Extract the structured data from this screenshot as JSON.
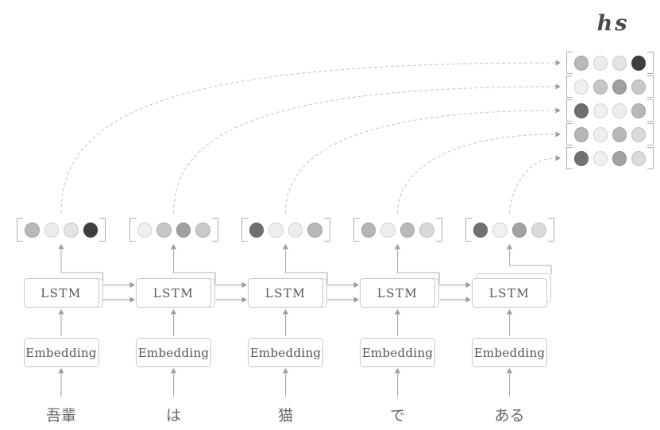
{
  "diagram": {
    "hs_label": "hs",
    "lstm_label": "LSTM",
    "embedding_label": "Embedding",
    "tokens": [
      "吾輩",
      "は",
      "猫",
      "で",
      "ある"
    ],
    "hidden_vectors": [
      [
        "#b8b8b8",
        "#ececec",
        "#e3e3e3",
        "#3e3e3e"
      ],
      [
        "#efefef",
        "#c6c6c6",
        "#a0a0a0",
        "#c9c9c9"
      ],
      [
        "#6e6e6e",
        "#efefef",
        "#ededed",
        "#b8b8b8"
      ],
      [
        "#b5b5b5",
        "#eeeeee",
        "#b8b8b8",
        "#d9d9d9"
      ],
      [
        "#717171",
        "#f0f0f0",
        "#a2a2a2",
        "#dbdbdb"
      ]
    ],
    "hs_rows": [
      [
        "#b8b8b8",
        "#ececec",
        "#e3e3e3",
        "#3e3e3e"
      ],
      [
        "#efefef",
        "#c6c6c6",
        "#a0a0a0",
        "#c9c9c9"
      ],
      [
        "#6e6e6e",
        "#efefef",
        "#ededed",
        "#b8b8b8"
      ],
      [
        "#b5b5b5",
        "#eeeeee",
        "#b8b8b8",
        "#d9d9d9"
      ],
      [
        "#717171",
        "#f0f0f0",
        "#a2a2a2",
        "#dbdbdb"
      ]
    ],
    "colors": {
      "line": "#b0b0b0",
      "arrowhead": "#9c9c9c",
      "dashed_arc": "#c8c8c8",
      "box_border": "#c6c6c6",
      "bracket": "#adadad",
      "box_text": "#555555",
      "token_text": "#666666",
      "hs_label_text": "#4a4a4a"
    }
  }
}
